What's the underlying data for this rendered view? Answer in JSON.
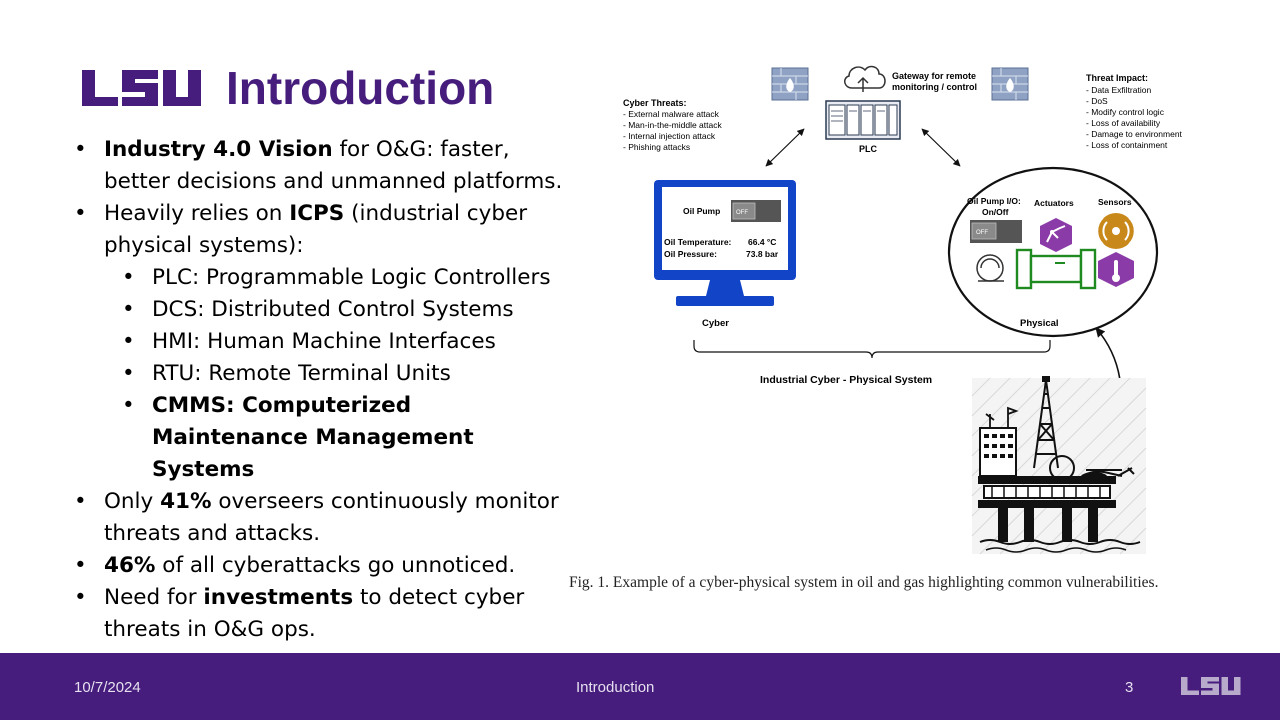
{
  "slide": {
    "logo_text": "LSU",
    "title": "Introduction"
  },
  "bullets": [
    {
      "level": 1,
      "parts": [
        {
          "text": "Industry 4.0 Vision",
          "bold": true
        },
        {
          "text": " for O&G: faster, better decisions and unmanned platforms.",
          "bold": false
        }
      ]
    },
    {
      "level": 1,
      "parts": [
        {
          "text": "Heavily relies on ",
          "bold": false
        },
        {
          "text": "ICPS",
          "bold": true
        },
        {
          "text": " (industrial cyber physical systems):",
          "bold": false
        }
      ]
    },
    {
      "level": 2,
      "parts": [
        {
          "text": "PLC: Programmable Logic Controllers",
          "bold": false
        }
      ]
    },
    {
      "level": 2,
      "parts": [
        {
          "text": "DCS: Distributed Control Systems",
          "bold": false
        }
      ]
    },
    {
      "level": 2,
      "parts": [
        {
          "text": "HMI: Human Machine Interfaces",
          "bold": false
        }
      ]
    },
    {
      "level": 2,
      "parts": [
        {
          "text": "RTU: Remote Terminal Units",
          "bold": false
        }
      ]
    },
    {
      "level": 2,
      "parts": [
        {
          "text": "CMMS: Computerized Maintenance Management Systems",
          "bold": true
        }
      ]
    },
    {
      "level": 1,
      "parts": [
        {
          "text": "Only ",
          "bold": false
        },
        {
          "text": "41%",
          "bold": true
        },
        {
          "text": " overseers continuously monitor threats and attacks.",
          "bold": false
        }
      ]
    },
    {
      "level": 1,
      "parts": [
        {
          "text": "46%",
          "bold": true
        },
        {
          "text": " of all cyberattacks go unnoticed.",
          "bold": false
        }
      ]
    },
    {
      "level": 1,
      "parts": [
        {
          "text": "Need for ",
          "bold": false
        },
        {
          "text": "investments",
          "bold": true
        },
        {
          "text": " to detect cyber threats in O&G ops.",
          "bold": false
        }
      ]
    }
  ],
  "figure": {
    "gateway_label_1": "Gateway for remote",
    "gateway_label_2": "monitoring / control",
    "plc_label": "PLC",
    "cyber_threats_title": "Cyber Threats:",
    "cyber_threats": [
      "- External malware attack",
      "- Man-in-the-middle attack",
      "- Internal injection attack",
      "- Phishing attacks"
    ],
    "threat_impact_title": "Threat Impact:",
    "threat_impacts": [
      "- Data Exfiltration",
      "- DoS",
      "- Modify control logic",
      "- Loss of availability",
      "- Damage to environment",
      "- Loss of containment"
    ],
    "hmi_oil_pump": "Oil Pump",
    "hmi_switch": "OFF",
    "hmi_temp_label": "Oil Temperature:",
    "hmi_temp_value": "66.4 °C",
    "hmi_pressure_label": "Oil Pressure:",
    "hmi_pressure_value": "73.8 bar",
    "cyber_label": "Cyber",
    "io_label_1": "Oil Pump I/O:",
    "io_label_2": "On/Off",
    "io_switch": "OFF",
    "actuators_label": "Actuators",
    "sensors_label": "Sensors",
    "physical_label": "Physical",
    "system_label": "Industrial Cyber - Physical System"
  },
  "caption": "Fig. 1.  Example of a cyber-physical system in oil and gas highlighting common vulnerabilities.",
  "footer": {
    "date": "10/7/2024",
    "title": "Introduction",
    "page": "3",
    "logo_text": "LSU"
  },
  "colors": {
    "brand_purple": "#461D7C",
    "hmi_blue": "#1244C8",
    "actuator_purple": "#8B3BA8",
    "sensor_gold": "#C8891A",
    "pipe_green": "#1E8A20"
  }
}
